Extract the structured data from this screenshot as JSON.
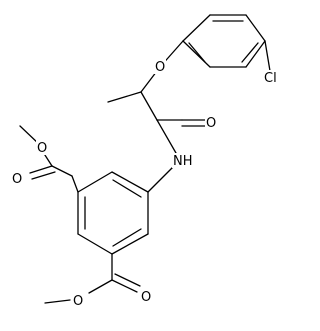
{
  "molecule": {
    "atom_labels": {
      "ether_o": "O",
      "cl": "Cl",
      "amide_o": "O",
      "nh": "NH",
      "ester1_carbonyl_o": "O",
      "ester1_ether_o": "O",
      "ester2_carbonyl_o": "O",
      "ester2_ether_o": "O"
    }
  }
}
